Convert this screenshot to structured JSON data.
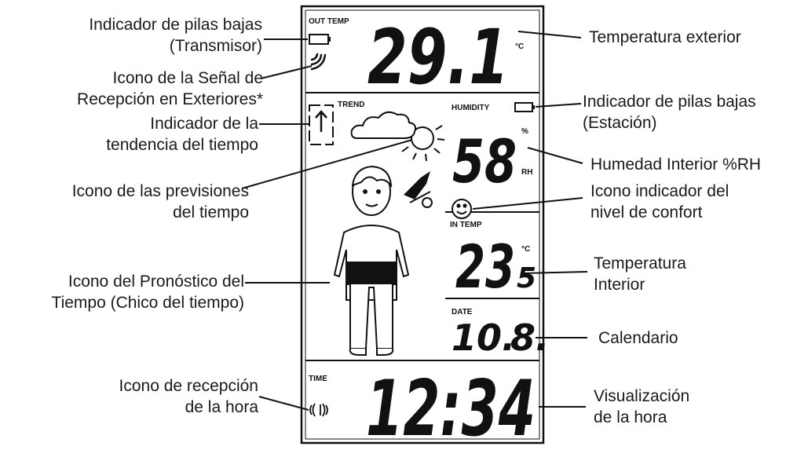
{
  "display": {
    "out_temp_label": "OUT TEMP",
    "out_temp_value": "29.1",
    "out_temp_unit": "°C",
    "trend_label": "TREND",
    "humidity_label": "HUMIDITY",
    "humidity_value": "58",
    "humidity_unit_pct": "%",
    "humidity_unit_rh": "RH",
    "in_temp_label": "IN TEMP",
    "in_temp_value": "23",
    "in_temp_decimal": "5",
    "in_temp_unit": "°C",
    "date_label": "DATE",
    "date_day": "10.",
    "date_month": "8.",
    "time_label": "TIME",
    "time_value": "12:34"
  },
  "labels": {
    "battery_tx": [
      "Indicador de pilas bajas",
      "(Transmisor)"
    ],
    "outdoor_signal": [
      "Icono de la Señal de",
      "Recepción en Exteriores*"
    ],
    "trend": [
      "Indicador de la",
      "tendencia del tiempo"
    ],
    "forecast": [
      "Icono de las previsiones",
      "del tiempo"
    ],
    "weather_boy": [
      "Icono del Pronóstico del",
      "Tiempo (Chico del tiempo)"
    ],
    "time_reception": [
      "Icono de recepción",
      "de la hora"
    ],
    "out_temp": [
      "Temperatura exterior"
    ],
    "battery_station": [
      "Indicador de pilas bajas",
      "(Estación)"
    ],
    "humidity": [
      "Humedad Interior %RH"
    ],
    "comfort": [
      "Icono indicador del",
      "nivel de confort"
    ],
    "in_temp": [
      "Temperatura",
      "Interior"
    ],
    "calendar": [
      "Calendario"
    ],
    "time_display": [
      "Visualización",
      "de la hora"
    ]
  }
}
